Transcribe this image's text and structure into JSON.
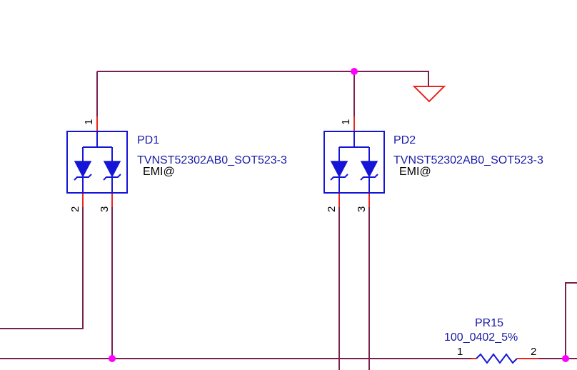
{
  "components": {
    "pd1": {
      "ref": "PD1",
      "value": "TVNST52302AB0_SOT523-3",
      "attr": "EMI@",
      "pin1": "1",
      "pin2": "2",
      "pin3": "3"
    },
    "pd2": {
      "ref": "PD2",
      "value": "TVNST52302AB0_SOT523-3",
      "attr": "EMI@",
      "pin1": "1",
      "pin2": "2",
      "pin3": "3"
    },
    "pr15": {
      "ref": "PR15",
      "value": "100_0402_5%",
      "pin1": "1",
      "pin2": "2"
    }
  },
  "colors": {
    "wire": "#7a1f4f",
    "pin": "#e8261e",
    "part": "#1515d8",
    "junction": "#ff00ff"
  }
}
